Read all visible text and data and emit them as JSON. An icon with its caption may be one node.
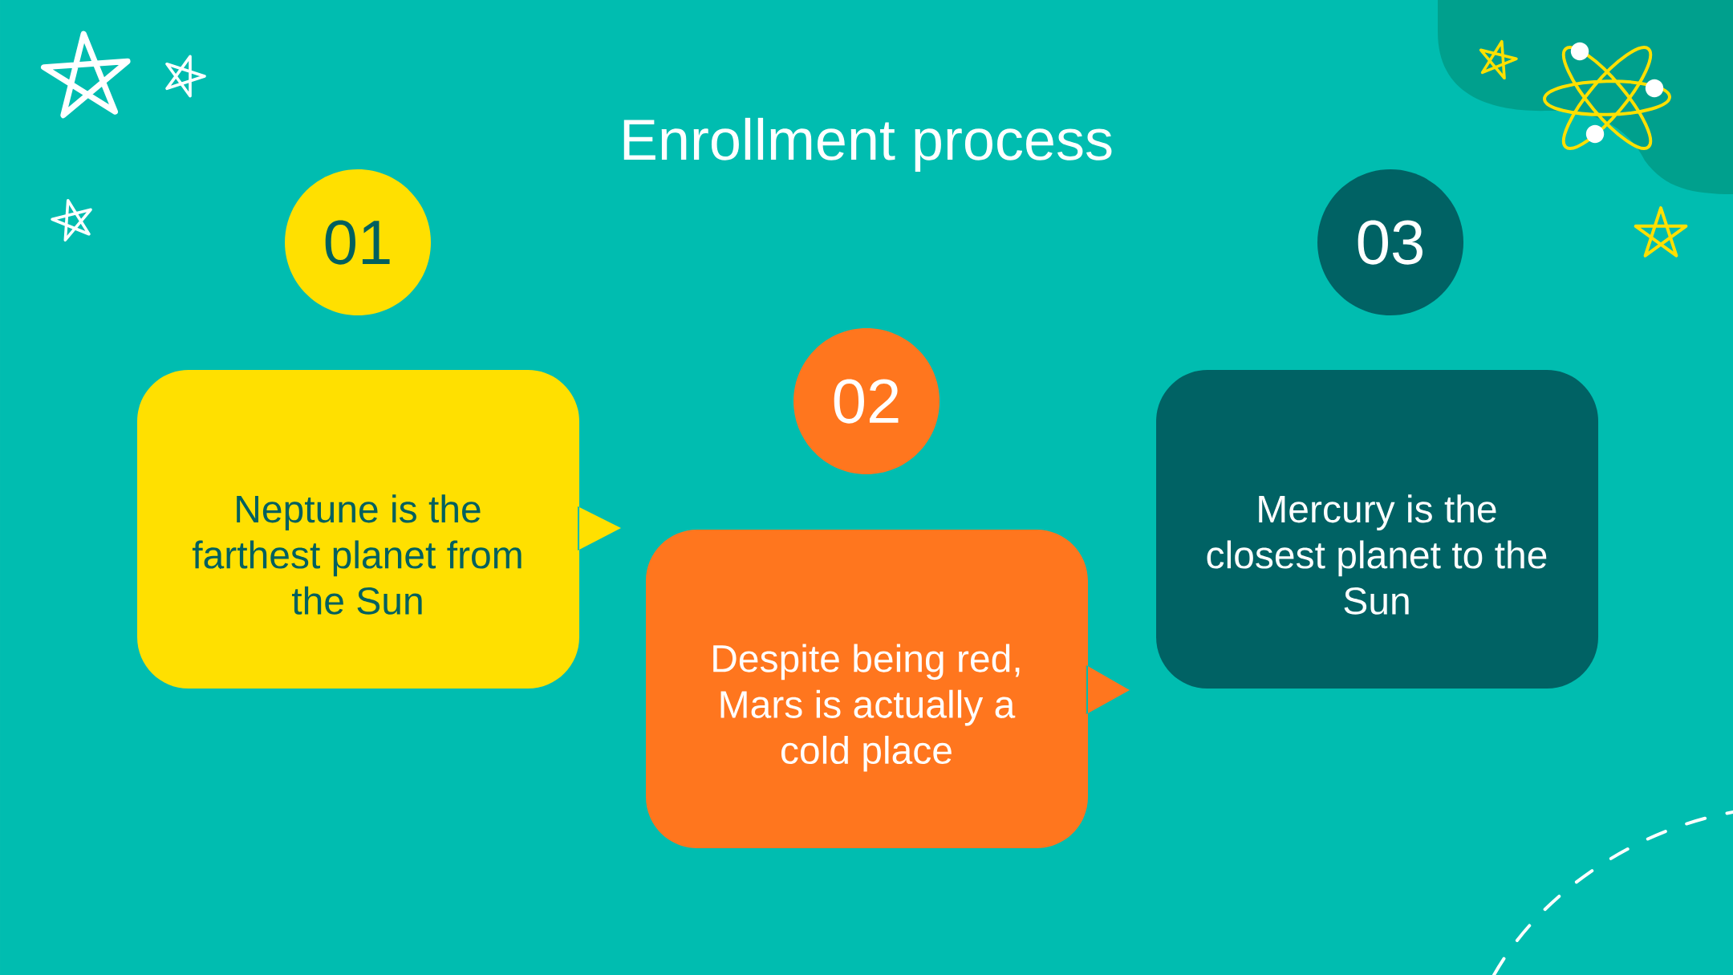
{
  "diagram": {
    "title": "Enrollment process",
    "nodes": [
      {
        "text": [
          "01"
        ]
      },
      {
        "text": [
          "Neptune is the farthest planet from the Sun"
        ]
      },
      {
        "text": [
          "02"
        ]
      },
      {
        "text": [
          "Despite being red, Mars is actually a cold place"
        ]
      },
      {
        "text": [
          "03"
        ]
      },
      {
        "text": [
          "Mercury is the closest planet to the Sun"
        ]
      }
    ]
  }
}
